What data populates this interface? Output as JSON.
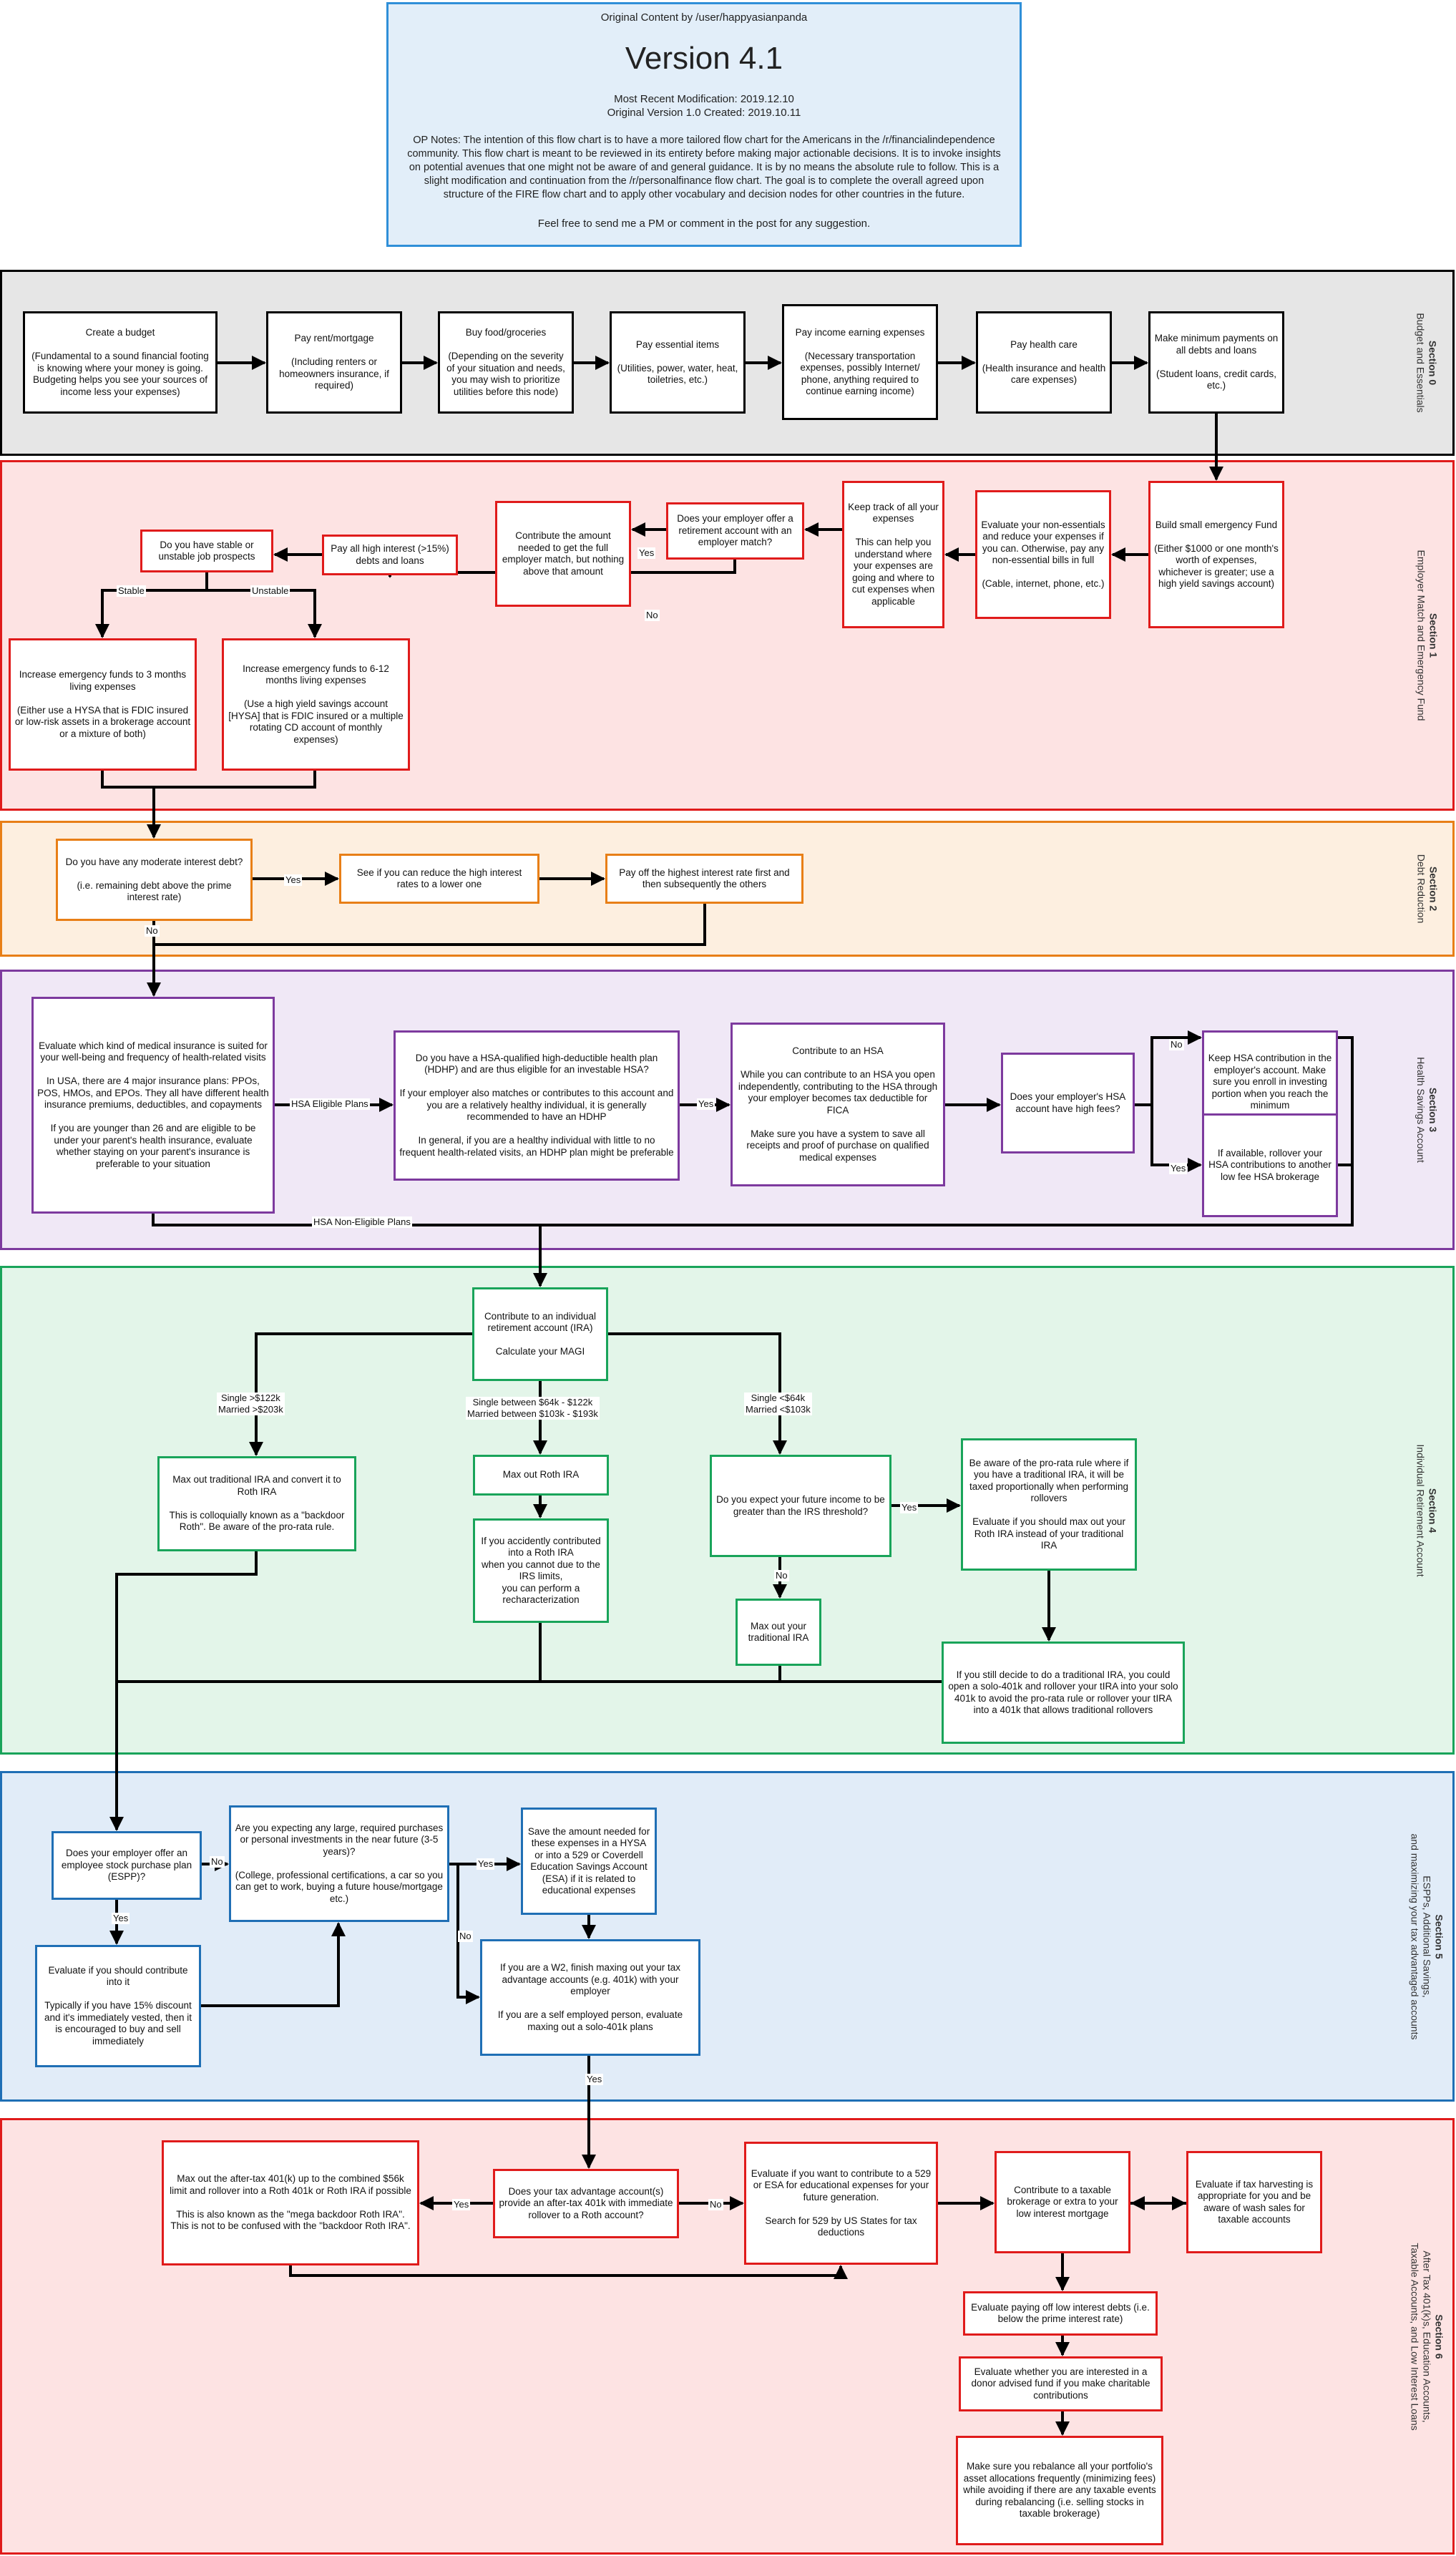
{
  "header": {
    "credit": "Original Content by /user/happyasianpanda",
    "version": "Version 4.1",
    "modified": "Most Recent Modification: 2019.12.10",
    "created": "Original Version 1.0 Created: 2019.10.11",
    "notes": "OP Notes: The intention of this flow chart is to have a more tailored flow chart for the Americans in the /r/financialindependence community. This flow chart is meant to be reviewed in its entirety before making major actionable decisions. It is to invoke insights on potential avenues that one might not be aware of and general guidance. It is by no means the absolute rule to follow. This is a slight modification and continuation from the /r/personalfinance flow chart. The goal is to complete the overall agreed upon structure of the FIRE flow chart and to apply other vocabulary and decision nodes for other countries in the future.",
    "contact": "Feel free to send me a PM or comment in the post for any suggestion."
  },
  "colors": {
    "s0_bg": "#e6e6e6",
    "s0_border": "#000000",
    "s1_bg": "#fde3e3",
    "s1_border": "#e01b1b",
    "s2_bg": "#fdefe0",
    "s2_border": "#e87f17",
    "s3_bg": "#f0e8f6",
    "s3_border": "#7d3a9e",
    "s4_bg": "#e3f5e9",
    "s4_border": "#19a45a",
    "s5_bg": "#e1ecf8",
    "s5_border": "#1f6fb5",
    "s6_bg": "#fde3e3",
    "s6_border": "#e01b1b"
  },
  "sections": {
    "s0": {
      "title": "Section 0",
      "sub": [
        "Budget and Essentials"
      ]
    },
    "s1": {
      "title": "Section 1",
      "sub": [
        "Employer Match and Emergency Fund"
      ]
    },
    "s2": {
      "title": "Section 2",
      "sub": [
        "Debt Reduction"
      ]
    },
    "s3": {
      "title": "Section 3",
      "sub": [
        "Health Savings Account"
      ]
    },
    "s4": {
      "title": "Section 4",
      "sub": [
        "Individual Retirement Account"
      ]
    },
    "s5": {
      "title": "Section 5",
      "sub": [
        "ESPPs, Additional Savings,",
        "and maximizing your tax advantaged accounts"
      ]
    },
    "s6": {
      "title": "Section 6",
      "sub": [
        "After Tax 401(k)s, Education Accounts,",
        "Taxable Accounts, and Low Interest Loans"
      ]
    }
  },
  "nodes": {
    "budget": "Create a budget\n\n(Fundamental to a sound financial footing is knowing where your money is going. Budgeting helps you see your sources of income less your expenses)",
    "rent": "Pay rent/mortgage\n\n(Including renters or homeowners insurance, if required)",
    "food": "Buy food/groceries\n\n(Depending on the severity of your situation and needs, you may wish to prioritize utilities before this node)",
    "essential": "Pay essential items\n\n(Utilities, power, water, heat, toiletries, etc.)",
    "income_exp": "Pay income earning expenses\n\n(Necessary transportation expenses, possibly Internet/ phone, anything required to continue earning income)",
    "health": "Pay health care\n\n(Health insurance and health care expenses)",
    "minpay": "Make minimum payments on all debts and loans\n\n(Student loans, credit cards, etc.)",
    "small_ef": "Build small emergency Fund\n\n(Either $1000 or one month's worth of expenses, whichever is greater; use a high yield savings account)",
    "nonessential": "Evaluate your non-essentials and reduce your expenses if you can. Otherwise, pay any non-essential bills in full\n\n(Cable, internet, phone, etc.)",
    "track": "Keep track of all your expenses\n\nThis can help you understand where your expenses are going and where to cut expenses when applicable",
    "employer_match": "Does your employer offer a retirement account with an employer match?",
    "contribute_match": "Contribute the amount needed to get the full employer match, but nothing above that amount",
    "high_interest": "Pay all high interest (>15%) debts and loans",
    "job_stable": "Do you have stable or unstable job prospects",
    "ef_3": "Increase emergency funds to 3 months living expenses\n\n(Either use a HYSA that is FDIC insured or low-risk assets in a brokerage account or a mixture of both)",
    "ef_6": "Increase emergency funds to 6-12 months living expenses\n\n(Use a high yield savings account [HYSA] that is FDIC insured or a multiple rotating CD account of monthly expenses)",
    "moderate_debt": "Do you have any moderate interest debt?\n\n(i.e. remaining debt above the prime interest rate)",
    "reduce_rate": "See if you can reduce the high interest rates to a lower one",
    "payoff_highest": "Pay off the highest interest rate first and then subsequently the others",
    "medical_ins": "Evaluate which kind of medical insurance is suited for your well-being and frequency of health-related visits\n\nIn USA, there are 4 major insurance plans: PPOs, POS, HMOs, and EPOs. They all have different health insurance premiums, deductibles, and copayments\n\nIf you are younger than 26 and are eligible to be under your parent's health insurance, evaluate whether staying on your parent's insurance is preferable to your situation",
    "hdhp": "Do you have a HSA-qualified high-deductible health plan (HDHP) and are thus eligible for an investable HSA?\n\nIf your employer also matches or contributes to this account and you are a relatively healthy individual, it is generally recommended to have an HDHP\n\nIn general, if you are a healthy individual with little to no frequent health-related visits, an HDHP plan might be preferable",
    "hsa": "Contribute to an HSA\n\nWhile you can contribute to an HSA you open independently, contributing to the HSA through your employer becomes tax deductible for FICA\n\nMake sure you have a system to save all receipts and proof of purchase on qualified medical expenses",
    "hsa_fees": "Does your employer's HSA account have high fees?",
    "keep_hsa": "Keep HSA contribution in the employer's account. Make sure you enroll in investing portion when you reach the minimum",
    "rollover_hsa": "If available, rollover your HSA contributions to another low fee HSA brokerage",
    "ira": "Contribute to an individual retirement account (IRA)\n\nCalculate your MAGI",
    "backdoor": "Max out traditional IRA and convert it to Roth IRA\n\nThis is colloquially known as a \"backdoor Roth\". Be aware of the pro-rata rule.",
    "max_roth": "Max out Roth IRA",
    "recharacterize": "If you accidently contributed into a Roth IRA\nwhen you cannot due to the IRS limits,\nyou can perform a recharacterization",
    "future_income": "Do you expect your future income to be greater than the IRS threshold?",
    "prorata": "Be aware of the pro-rata rule where if you have a traditional IRA, it will be taxed proportionally when performing rollovers\n\nEvaluate if you should max out your Roth IRA instead of your traditional IRA",
    "max_trad": "Max out your traditional IRA",
    "solo401k": "If you still decide to do a traditional IRA, you could open a solo-401k and rollover your tIRA into your solo 401k to avoid the pro-rata rule or rollover your tIRA into a 401k that allows traditional rollovers",
    "espp": "Does your employer offer an employee stock purchase plan (ESPP)?",
    "espp_eval": "Evaluate if you should contribute into it\n\nTypically if you have 15% discount and it's immediately vested, then it is encouraged to buy and sell immediately",
    "large_purchase": "Are you expecting any large, required purchases or personal investments in the near future (3-5 years)?\n\n(College, professional certifications, a car so you can get to work, buying a future house/mortgage etc.)",
    "save_hysa": "Save the amount needed for these expenses in a HYSA or into a 529 or Coverdell Education Savings Account (ESA) if it is related to educational expenses",
    "max_401k": "If you are a W2, finish maxing out your tax advantage accounts (e.g. 401k) with your employer\n\nIf you are a self employed person, evaluate maxing out a solo-401k plans",
    "mega": "Max out the after-tax 401(k) up to the combined $56k limit and rollover into a Roth 401k or Roth IRA if possible\n\nThis is also known as the \"mega backdoor Roth IRA\". This is not to be confused with the \"backdoor Roth IRA\".",
    "after_tax": "Does your tax advantage account(s) provide an after-tax 401k with immediate rollover to a Roth account?",
    "edu_529": "Evaluate if you want to contribute to a 529 or ESA for educational expenses for your future generation.\n\nSearch for 529 by US States for tax deductions",
    "taxable": "Contribute to a taxable brokerage or extra to your low interest mortgage",
    "harvest": "Evaluate if tax harvesting is appropriate for you and be aware of wash sales for taxable accounts",
    "low_interest": "Evaluate paying off low interest debts (i.e. below the prime interest rate)",
    "donor": "Evaluate whether you are interested in a donor advised fund if you make charitable contributions",
    "rebalance": "Make sure you rebalance all your portfolio's asset allocations frequently (minimizing fees) while avoiding if there are any taxable events during rebalancing (i.e. selling stocks in taxable brokerage)"
  },
  "edge_labels": {
    "no_employer": "No",
    "yes_employer": "Yes",
    "stable": "Stable",
    "unstable": "Unstable",
    "yes_moderate": "Yes",
    "no_moderate": "No",
    "hsa_eligible": "HSA Eligible Plans",
    "hsa_non_eligible": "HSA Non-Eligible Plans",
    "yes_hdhp": "Yes",
    "no_fees": "No",
    "yes_fees": "Yes",
    "magi_high": "Single >$122k\nMarried >$203k",
    "magi_mid": "Single  between $64k - $122k\nMarried between $103k - $193k",
    "magi_low": "Single <$64k\nMarried <$103k",
    "yes_future": "Yes",
    "no_future": "No",
    "yes_espp": "Yes",
    "no_espp": "No",
    "yes_large": "Yes",
    "no_large": "No",
    "yes_401k": "Yes",
    "yes_after": "Yes",
    "no_after": "No"
  }
}
